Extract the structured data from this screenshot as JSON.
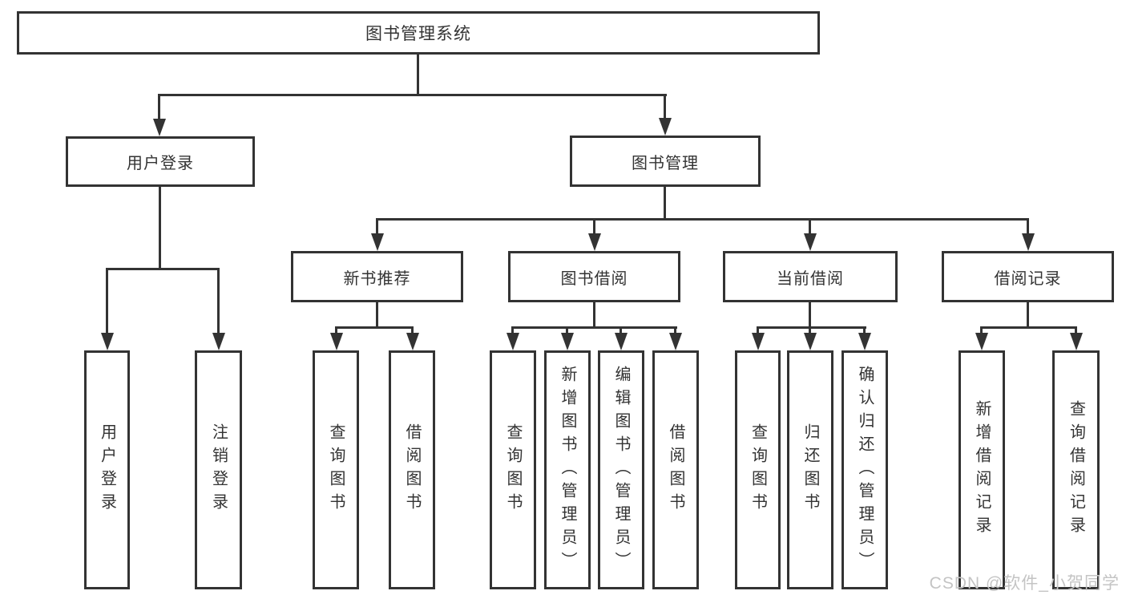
{
  "diagram": {
    "root": {
      "label": "图书管理系统"
    },
    "level2": {
      "user_login": {
        "label": "用户登录"
      },
      "book_management": {
        "label": "图书管理"
      }
    },
    "level3": {
      "new_book_recommend": {
        "label": "新书推荐"
      },
      "book_borrow": {
        "label": "图书借阅"
      },
      "current_borrow": {
        "label": "当前借阅"
      },
      "borrow_records": {
        "label": "借阅记录"
      }
    },
    "leaves": {
      "user_login_leaf": {
        "label": "用户登录"
      },
      "logout": {
        "label": "注销登录"
      },
      "nb_query_book": {
        "label": "查询图书"
      },
      "nb_borrow_book": {
        "label": "借阅图书"
      },
      "bb_query_book": {
        "label": "查询图书"
      },
      "bb_add_book": {
        "label": "新增图书（管理员）"
      },
      "bb_edit_book": {
        "label": "编辑图书（管理员）"
      },
      "bb_borrow_book": {
        "label": "借阅图书"
      },
      "cb_query_book": {
        "label": "查询图书"
      },
      "cb_return_book": {
        "label": "归还图书"
      },
      "cb_confirm_return": {
        "label": "确认归还（管理员）"
      },
      "br_add_record": {
        "label": "新增借阅记录"
      },
      "br_query_record": {
        "label": "查询借阅记录"
      }
    }
  },
  "watermark": {
    "text": "CSDN @软件_小贺同学"
  },
  "colors": {
    "line": "#333333",
    "text": "#333333",
    "bg": "#ffffff",
    "watermark": "#c4c4c4"
  }
}
